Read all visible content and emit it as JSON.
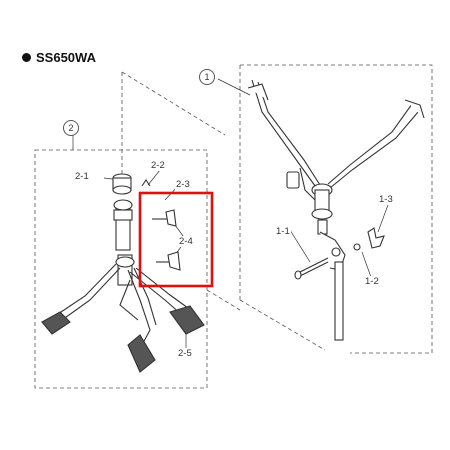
{
  "model": {
    "name": "SS650WA"
  },
  "callouts": {
    "part_1": "1",
    "part_1_1": "1-1",
    "part_1_2": "1-2",
    "part_1_3": "1-3",
    "part_2": "2",
    "part_2_1": "2-1",
    "part_2_2": "2-2",
    "part_2_3": "2-3",
    "part_2_4": "2-4",
    "part_2_5": "2-5"
  },
  "colors": {
    "highlight": "#e01010",
    "line": "#333333",
    "dash": "#555555"
  }
}
